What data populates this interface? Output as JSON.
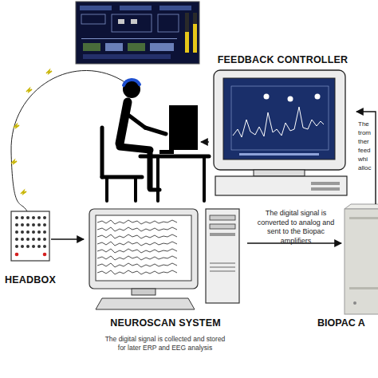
{
  "diagram": {
    "nodes": [
      {
        "text": [
          "FEEDBACK CONTROLLER"
        ]
      },
      {
        "text": [
          "HEADBOX"
        ]
      },
      {
        "text": [
          "NEUROSCAN SYSTEM",
          "The digital signal is collected and stored for later ERP and EEG analysis"
        ]
      },
      {
        "text": [
          "BIOPAC A"
        ]
      }
    ],
    "edges": [
      {
        "from": 1,
        "to": 2,
        "arrow": "to"
      },
      {
        "from": 2,
        "to": 3,
        "label": "The digital signal is converted to analog and sent to the Biopac amplifiers",
        "arrow": "to"
      },
      {
        "from": 3,
        "to": 0,
        "arrow": "to"
      }
    ],
    "labels": [
      "The trom ther feed whi alloc"
    ]
  }
}
